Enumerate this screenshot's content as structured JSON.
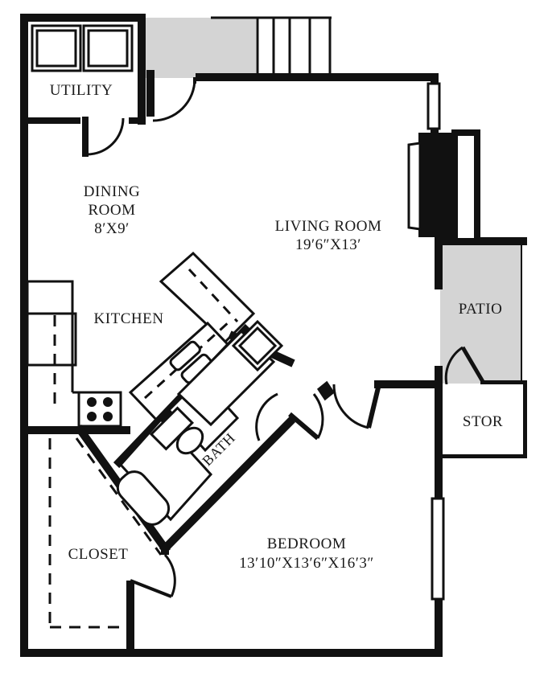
{
  "rooms": {
    "utility": {
      "name": "UTILITY"
    },
    "dining": {
      "name_line1": "DINING",
      "name_line2": "ROOM",
      "dims": "8′X9′"
    },
    "living": {
      "name": "LIVING ROOM",
      "dims": "19′6″X13′"
    },
    "kitchen": {
      "name": "KITCHEN"
    },
    "patio": {
      "name": "PATIO"
    },
    "stor": {
      "name": "STOR"
    },
    "bath": {
      "name": "BATH"
    },
    "closet": {
      "name": "CLOSET"
    },
    "bedroom": {
      "name": "BEDROOM",
      "dims": "13′10″X13′6″X16′3″"
    }
  },
  "colors": {
    "wall": "#111111",
    "shaded": "#d4d4d4",
    "fixture_stroke": "#111111",
    "background": "#ffffff"
  }
}
